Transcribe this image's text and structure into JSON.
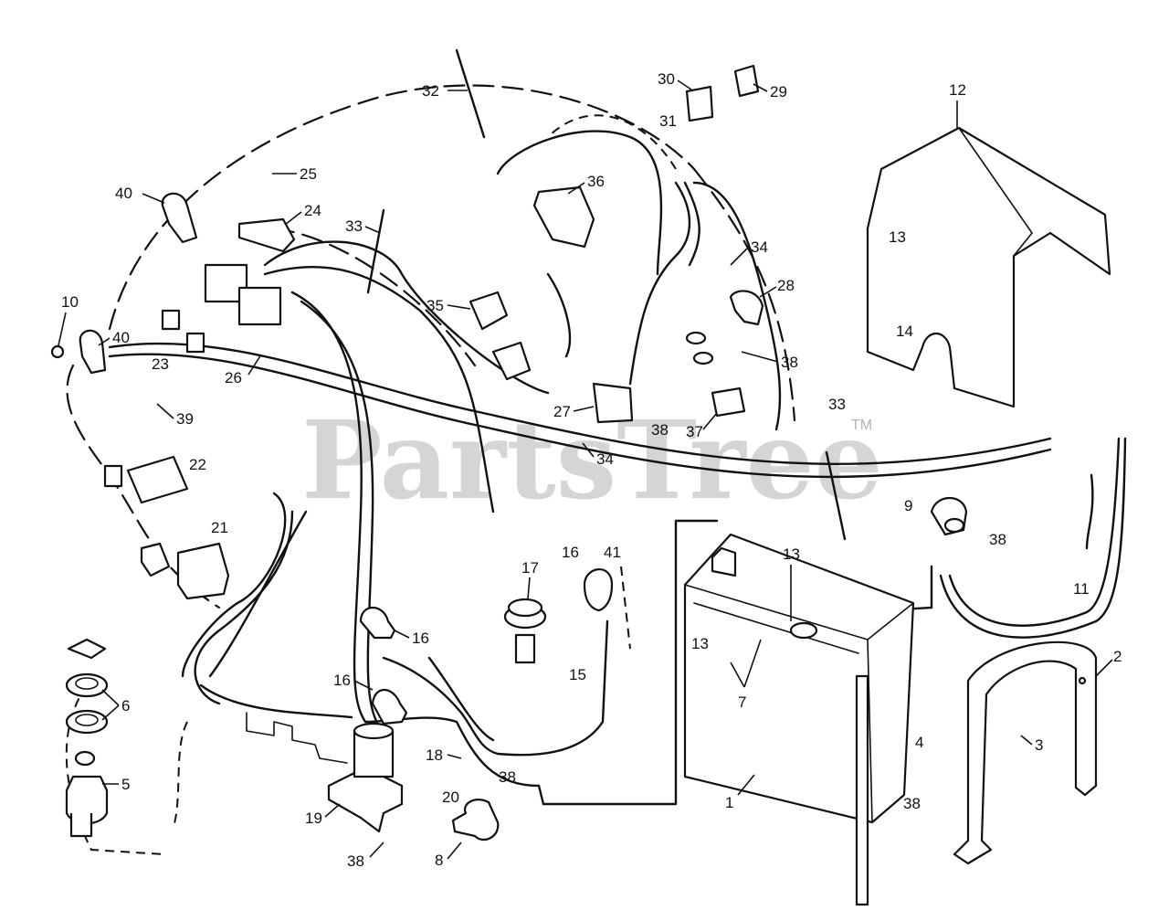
{
  "watermark": {
    "text": "PartsTree",
    "trademark": "TM"
  },
  "callouts": {
    "c1": "1",
    "c2": "2",
    "c3": "3",
    "c4": "4",
    "c5": "5",
    "c6": "6",
    "c7": "7",
    "c8": "8",
    "c9": "9",
    "c10": "10",
    "c11": "11",
    "c12": "12",
    "c13a": "13",
    "c13b": "13",
    "c13c": "13",
    "c14": "14",
    "c15": "15",
    "c16a": "16",
    "c16b": "16",
    "c16c": "16",
    "c17": "17",
    "c18": "18",
    "c19": "19",
    "c20": "20",
    "c21": "21",
    "c22": "22",
    "c23": "23",
    "c24": "24",
    "c25": "25",
    "c26": "26",
    "c27": "27",
    "c28": "28",
    "c29": "29",
    "c30": "30",
    "c31": "31",
    "c32": "32",
    "c33a": "33",
    "c33b": "33",
    "c34a": "34",
    "c34b": "34",
    "c35": "35",
    "c36": "36",
    "c37": "37",
    "c38a": "38",
    "c38b": "38",
    "c38c": "38",
    "c38d": "38",
    "c38e": "38",
    "c39": "39",
    "c40a": "40",
    "c40b": "40",
    "c41": "41"
  }
}
